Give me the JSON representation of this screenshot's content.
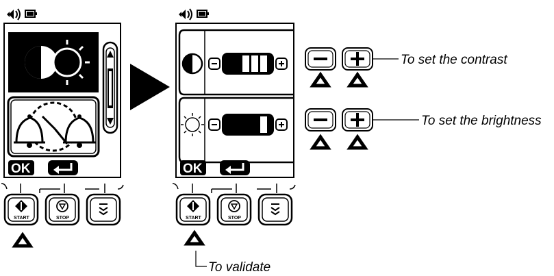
{
  "colors": {
    "ink": "#000000",
    "paper": "#ffffff"
  },
  "icons": [
    "speaker-icon",
    "battery-icon",
    "contrast-icon",
    "brightness-icon",
    "alarm-clock-icon",
    "ok-icon",
    "return-arrow-icon",
    "play-arrow-icon",
    "start-icon",
    "stop-icon",
    "menu-scroll-icon"
  ],
  "screen_left": {
    "ok_label": "OK"
  },
  "screen_right": {
    "ok_label": "OK"
  },
  "controls": {
    "start_label": "START",
    "stop_label": "STOP"
  },
  "annotations": {
    "contrast": "To set the contrast",
    "brightness": "To set the brightness",
    "validate": "To validate"
  }
}
